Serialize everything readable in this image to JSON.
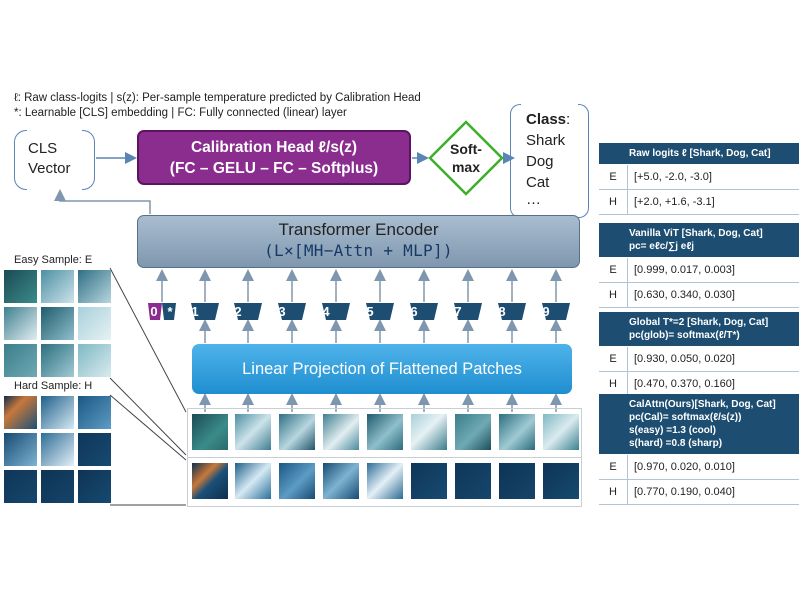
{
  "notes": {
    "line1": "ℓ: Raw class-logits | s(z): Per-sample temperature predicted by Calibration Head",
    "line2": "*: Learnable [CLS] embedding | FC: Fully connected (linear) layer"
  },
  "cls_vector": {
    "line1": "CLS",
    "line2": "Vector"
  },
  "calibration_head": {
    "title": "Calibration Head ℓ/s(z)",
    "subtitle": "(FC – GELU – FC – Softplus)"
  },
  "softmax": {
    "line1": "Soft-",
    "line2": "max"
  },
  "class_output": {
    "label": "Class",
    "colon": ":",
    "items": [
      "Shark",
      "Dog",
      "Cat",
      "…"
    ]
  },
  "encoder": {
    "title": "Transformer Encoder",
    "subtitle": "(L×[MH−Attn + MLP])"
  },
  "linear_projection": "Linear Projection of Flattened Patches",
  "tokens": [
    "0",
    "1",
    "2",
    "3",
    "4",
    "5",
    "6",
    "7",
    "8",
    "9"
  ],
  "cls_token_marker": "*",
  "samples": {
    "easy": "Easy Sample: E",
    "hard": "Hard Sample: H"
  },
  "tables": [
    {
      "header": [
        "Raw logits ℓ [Shark, Dog, Cat]"
      ],
      "rows": [
        {
          "key": "E",
          "value": "[+5.0, -2.0, -3.0]"
        },
        {
          "key": "H",
          "value": "[+2.0, +1.6, -3.1]"
        }
      ]
    },
    {
      "header": [
        "Vanilla ViT [Shark, Dog, Cat]",
        "pc= eℓc/∑j eℓj"
      ],
      "rows": [
        {
          "key": "E",
          "value": "[0.999, 0.017, 0.003]"
        },
        {
          "key": "H",
          "value": "[0.630, 0.340, 0.030]"
        }
      ]
    },
    {
      "header": [
        "Global T*=2 [Shark, Dog, Cat]",
        "pc(glob)= softmax(ℓ/T*)"
      ],
      "rows": [
        {
          "key": "E",
          "value": "[0.930, 0.050, 0.020]"
        },
        {
          "key": "H",
          "value": "[0.470, 0.370, 0.160]"
        }
      ]
    },
    {
      "header": [
        "CalAttn(Ours)[Shark, Dog, Cat]",
        "pc(Cal)= softmax(ℓ/s(z))",
        "s(easy) =1.3 (cool)",
        "s(hard) =0.8 (sharp)"
      ],
      "rows": [
        {
          "key": "E",
          "value": "[0.970, 0.020, 0.010]"
        },
        {
          "key": "H",
          "value": "[0.770, 0.190, 0.040]"
        }
      ]
    }
  ],
  "colors": {
    "calibration_head": "#8b2c8f",
    "encoder": "#8fa6bc",
    "linear_projection": "#2a9ad8",
    "token": "#1d4e72",
    "cls_token": "#8b2c8f",
    "table_header": "#1d4e72",
    "arrow": "#5a84b3"
  }
}
